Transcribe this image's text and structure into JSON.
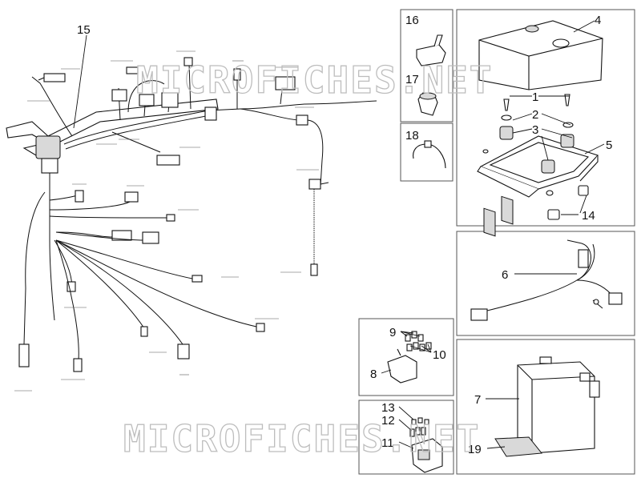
{
  "watermark": "MICROFICHES.NET",
  "callouts": {
    "c1": "1",
    "c2": "2",
    "c3": "3",
    "c4": "4",
    "c5": "5",
    "c6": "6",
    "c7": "7",
    "c8": "8",
    "c9": "9",
    "c10": "10",
    "c11": "11",
    "c12": "12",
    "c13": "13",
    "c14": "14",
    "c15": "15",
    "c16": "16",
    "c17": "17",
    "c18": "18",
    "c19": "19"
  }
}
